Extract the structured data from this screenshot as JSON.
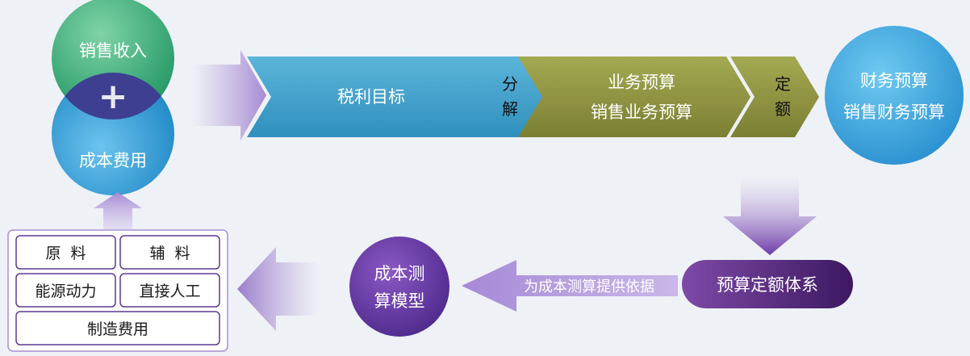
{
  "venn": {
    "top_label": "销售收入",
    "bottom_label": "成本费用",
    "plus_symbol": "+"
  },
  "chevrons": {
    "tax_target": "税利目标",
    "decompose_1": "分",
    "decompose_2": "解",
    "business_budget_1": "业务预算",
    "business_budget_2": "销售业务预算",
    "quota_1": "定",
    "quota_2": "额"
  },
  "finance_circle": {
    "line1": "财务预算",
    "line2": "销售财务预算"
  },
  "budget_system": "预算定额体系",
  "basis_arrow": "为成本测算提供依据",
  "model_circle": {
    "line1": "成本测",
    "line2": "算模型"
  },
  "cost_items": {
    "raw_material": "原  料",
    "aux_material": "辅  料",
    "energy": "能源动力",
    "direct_labor": "直接人工",
    "manufacturing": "制造费用"
  },
  "colors": {
    "green": "#3aa97a",
    "blue": "#2e9ed8",
    "overlap": "#3f3f8f",
    "teal_chevron": "#3a9fc9",
    "olive_chevron": "#8c9140",
    "purple": "#6a3aa0",
    "dark_purple": "#4e2275",
    "lilac_arrow": "#b9a3dc"
  }
}
